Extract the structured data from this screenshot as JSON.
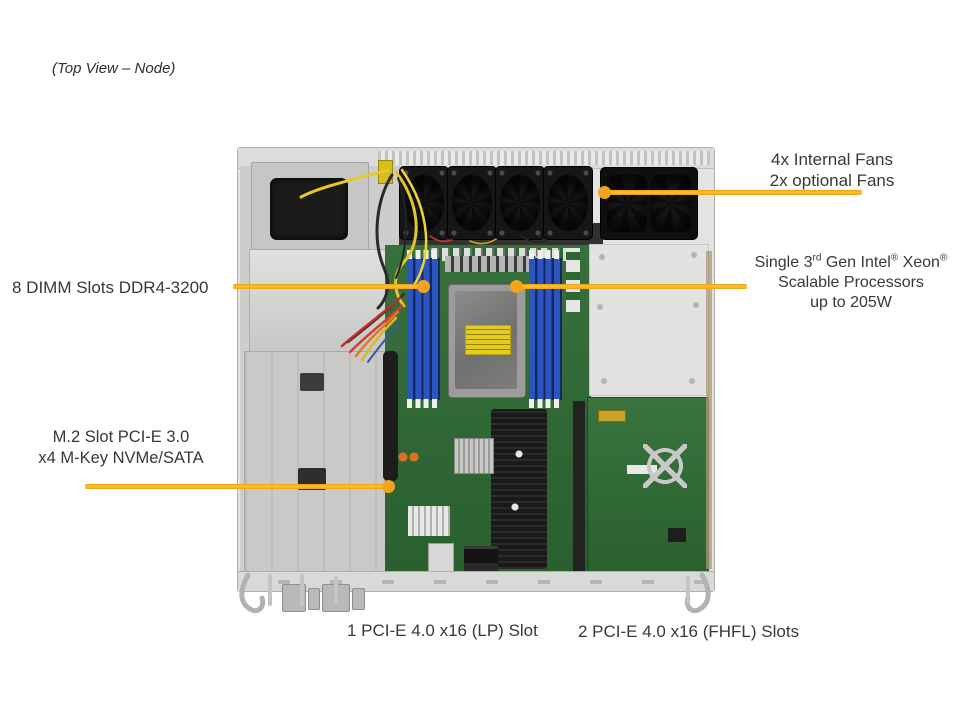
{
  "title": "(Top View – Node)",
  "colors": {
    "callout_line": "#F2A41C",
    "label_text": "#383838",
    "board_green": "#2d6833",
    "dimm_blue": "#2d55c2"
  },
  "callouts": {
    "fans": {
      "line1": "4x Internal Fans",
      "line2": "2x optional Fans"
    },
    "dimm": {
      "text": "8 DIMM Slots DDR4-3200"
    },
    "processor": {
      "seg1": "Single 3",
      "sup1": "rd",
      "seg2": " Gen Intel",
      "sup2": "®",
      "seg3": " Xeon",
      "sup3": "®",
      "line2": "Scalable Processors",
      "line3": "up to 205W"
    },
    "m2": {
      "line1": "M.2 Slot PCI-E 3.0",
      "line2": "x4 M-Key NVMe/SATA"
    },
    "pcie_lp": {
      "text": "1 PCI-E 4.0 x16 (LP) Slot"
    },
    "pcie_fhfl": {
      "text": "2 PCI-E 4.0 x16 (FHFL) Slots"
    }
  }
}
